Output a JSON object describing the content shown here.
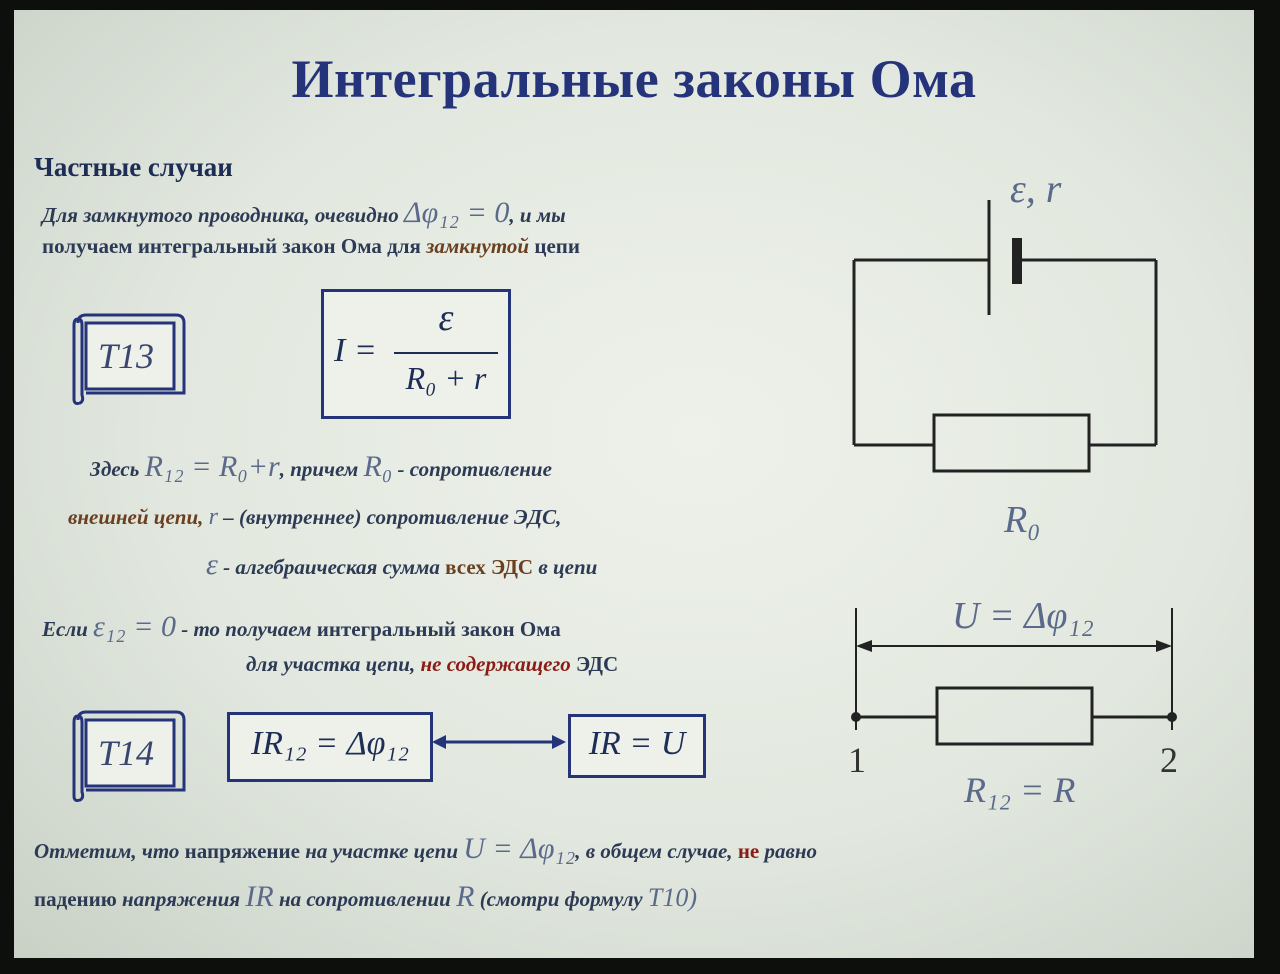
{
  "title": "Интегральные законы Ома",
  "subtitle": "Частные случаи",
  "para1": {
    "a": "Для замкнутого проводника, очевидно",
    "formula": "Δφ₁₂ = 0",
    "b": ", и мы",
    "c": "получаем интегральный закон Ома для",
    "d": "замкнутой",
    "e": "цепи"
  },
  "t13": {
    "label": "T13"
  },
  "formula_main": {
    "lhs": "I =",
    "numerator": "ε",
    "denominator": "R₀ + r"
  },
  "para2": {
    "a": "Здесь",
    "f1": "R₁₂ = R₀+r",
    "b": ", причем",
    "f2": "R₀",
    "c": " -  сопротивление",
    "d": "внешней цепи,",
    "f3": "r",
    "e": " – (внутреннее) сопротивление ЭДС,",
    "f4": "ε",
    "g": " - алгебраическая сумма",
    "h": "всех ЭДС",
    "i": "в цепи"
  },
  "para3": {
    "a": "Если",
    "f1": "ε₁₂ = 0",
    "b": " - то получаем",
    "c": "интегральный закон Ома",
    "d": "для участка цепи,",
    "e": "не содержащего",
    "f": "ЭДС"
  },
  "t14": {
    "label": "T14"
  },
  "formula_left": "IR₁₂ = Δφ₁₂",
  "formula_right": "IR = U",
  "para4": {
    "a": "Отметим, что",
    "b": "напряжение",
    "c": "на участке цепи",
    "f1": "U = Δφ₁₂",
    "d": ", в общем случае,",
    "e": "не",
    "g": "равно",
    "h": "падению",
    "i": "напряжения",
    "f2": "IR",
    "j": "на сопротивлении",
    "f3": "R",
    "k": "(смотри формулу",
    "f4": "T10)"
  },
  "circuit1": {
    "emf_label": "ε, r",
    "resistor_label": "R₀"
  },
  "circuit2": {
    "voltage_label": "U = Δφ₁₂",
    "node1": "1",
    "node2": "2",
    "resistor_label": "R₁₂ = R"
  }
}
